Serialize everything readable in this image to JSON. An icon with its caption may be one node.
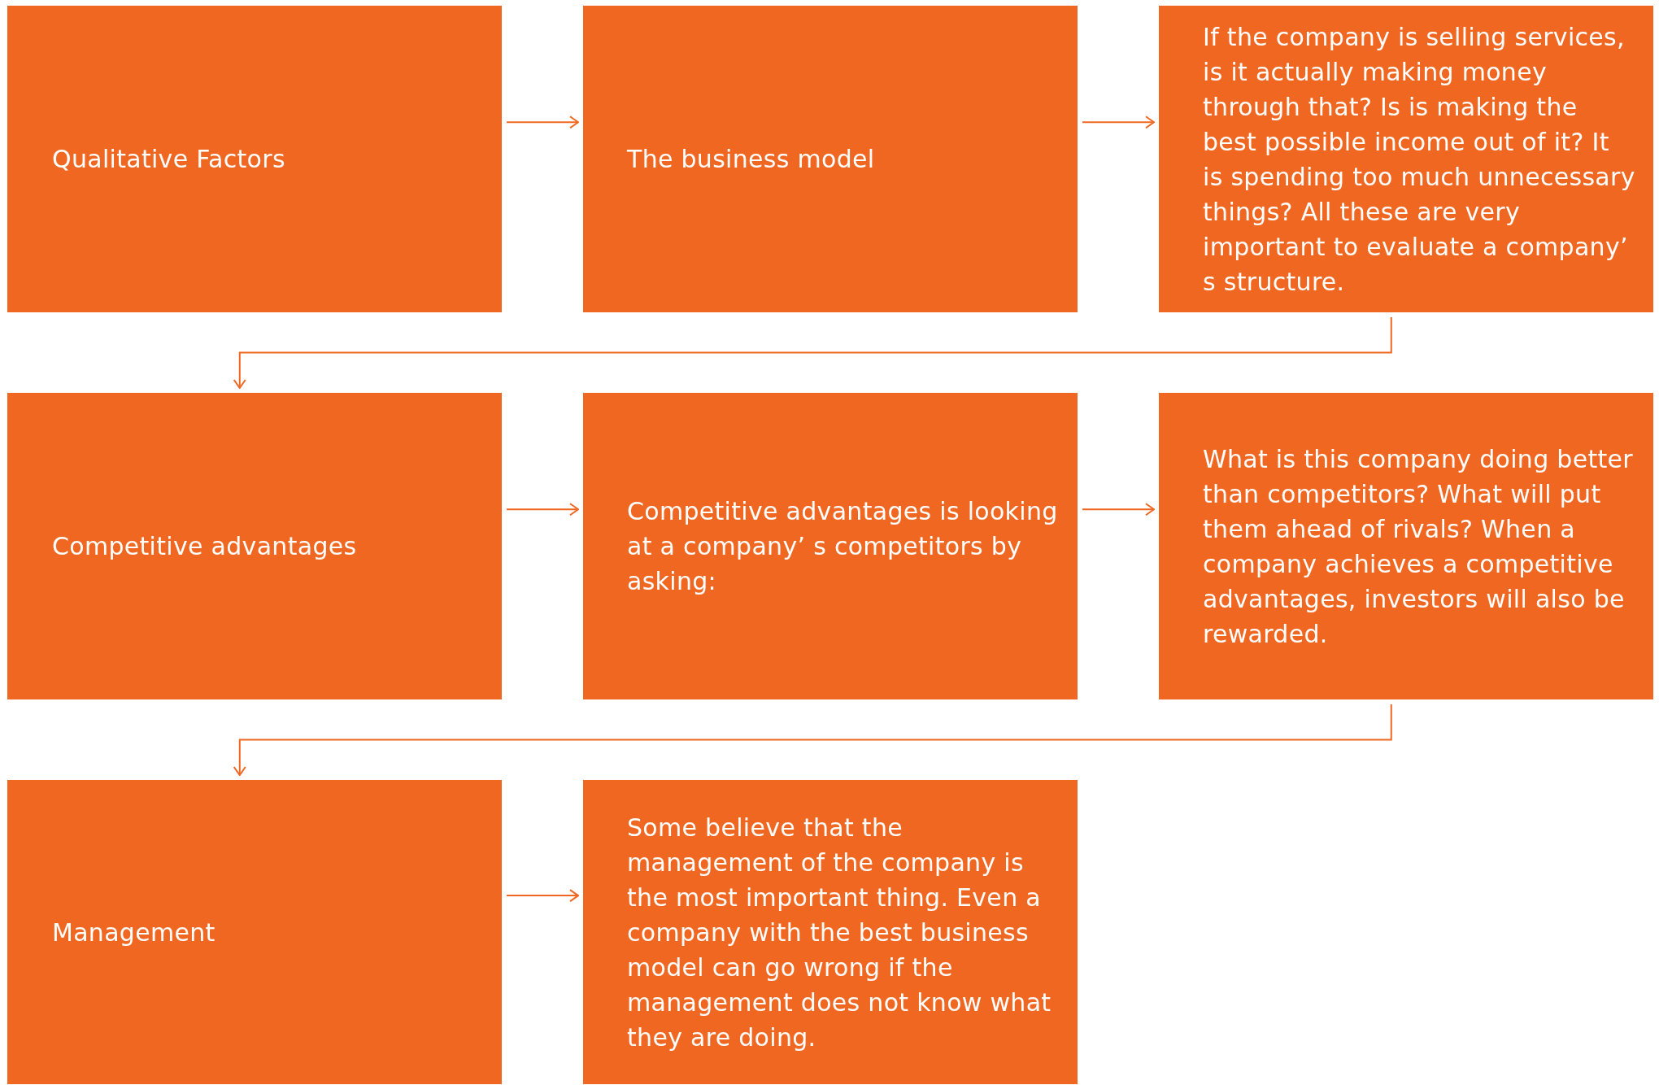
{
  "diagram": {
    "nodes": [
      {
        "text": [
          "Qualitative Factors"
        ]
      },
      {
        "text": [
          "The business model"
        ]
      },
      {
        "text": [
          "If the company is selling services, is it actually making money through that? Is is making the best possible income out of it? It is spending too much unnecessary things? All these are very important to evaluate a company’ s structure."
        ]
      },
      {
        "text": [
          "Competitive advantages"
        ]
      },
      {
        "text": [
          "Competitive advantages is looking at a company’ s competitors by asking:"
        ]
      },
      {
        "text": [
          "What is this company doing better than competitors? What will put them ahead of rivals? When a company achieves a competitive advantages, investors will also be rewarded."
        ]
      },
      {
        "text": [
          "Management"
        ]
      },
      {
        "text": [
          "Some believe that the management of the company is the most important thing. Even a company with the best business model can go wrong if the management does not know what they are doing."
        ]
      }
    ],
    "edges": [
      {
        "from": 0,
        "to": 1,
        "arrow": "to"
      },
      {
        "from": 1,
        "to": 2,
        "arrow": "to"
      },
      {
        "from": 2,
        "to": 3,
        "arrow": "to"
      },
      {
        "from": 3,
        "to": 4,
        "arrow": "to"
      },
      {
        "from": 4,
        "to": 5,
        "arrow": "to"
      },
      {
        "from": 5,
        "to": 6,
        "arrow": "to"
      },
      {
        "from": 6,
        "to": 7,
        "arrow": "to"
      }
    ]
  }
}
